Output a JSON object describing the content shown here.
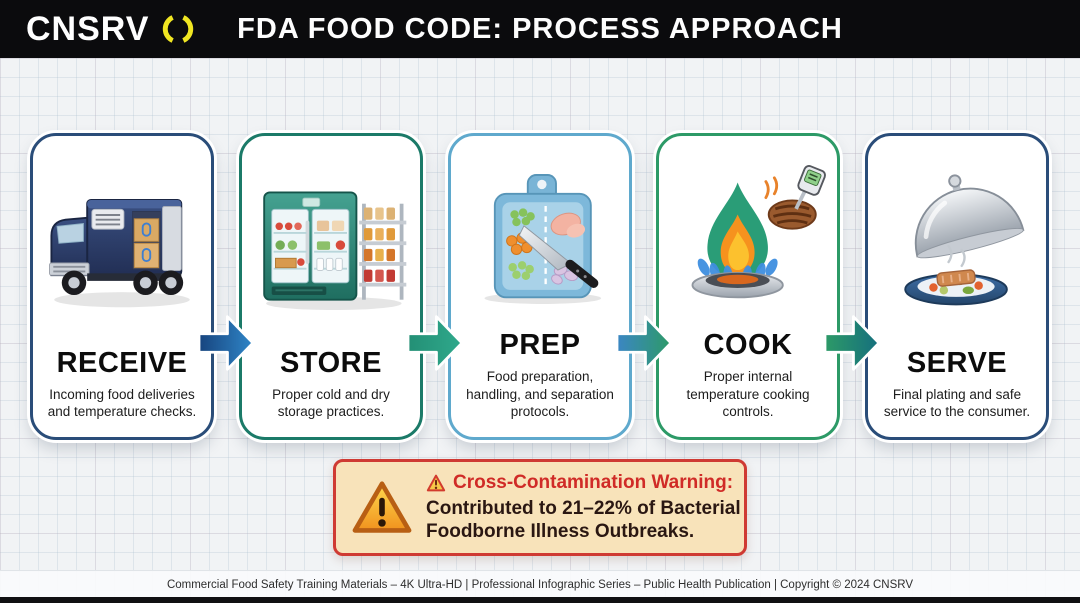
{
  "header": {
    "brand": "CNSRV",
    "title": "FDA FOOD CODE: PROCESS APPROACH",
    "colors": {
      "bar": "#0b0b0d",
      "brand_text": "#ffffff",
      "logo_yellow": "#f0e622",
      "title_text": "#fdfdfd"
    }
  },
  "steps": [
    {
      "name": "RECEIVE",
      "description": "Incoming food deliveries and temperature checks.",
      "border_color": "#2a4d79",
      "icon": "refrigerated-delivery-truck"
    },
    {
      "name": "STORE",
      "description": "Proper cold and dry storage practices.",
      "border_color": "#1b7a68",
      "icon": "commercial-refrigerator-and-dry-shelving"
    },
    {
      "name": "PREP",
      "description": "Food preparation, handling, and separation protocols.",
      "border_color": "#5fa9cd",
      "icon": "cutting-board-knife-and-separated-foods"
    },
    {
      "name": "COOK",
      "description": "Proper internal temperature cooking controls.",
      "border_color": "#2d9a67",
      "icon": "gas-burner-flame-with-steak-and-thermometer"
    },
    {
      "name": "SERVE",
      "description": "Final plating and safe service to the consumer.",
      "border_color": "#2a4d79",
      "icon": "cloche-over-plated-dish"
    }
  ],
  "arrows": [
    {
      "from": "RECEIVE",
      "to": "STORE",
      "color_start": "#17447e",
      "color_end": "#2f86c8"
    },
    {
      "from": "STORE",
      "to": "PREP",
      "color_start": "#238f75",
      "color_end": "#2fa98c"
    },
    {
      "from": "PREP",
      "to": "COOK",
      "color_start": "#3b86c4",
      "color_end": "#2d9a67"
    },
    {
      "from": "COOK",
      "to": "SERVE",
      "color_start": "#2d9a67",
      "color_end": "#156f7e"
    }
  ],
  "warning": {
    "title": "Cross-Contamination Warning:",
    "body": "Contributed to 21–22% of Bacterial Foodborne Illness Outbreaks.",
    "title_color": "#d02b27",
    "body_color": "#2a1712",
    "background": "#f8e3ba",
    "border_color": "#cf3a33",
    "icon": "warning-triangle"
  },
  "footer": {
    "text": "Commercial Food Safety Training Materials – 4K Ultra-HD | Professional Infographic Series – Public Health Publication | Copyright © 2024 CNSRV"
  }
}
